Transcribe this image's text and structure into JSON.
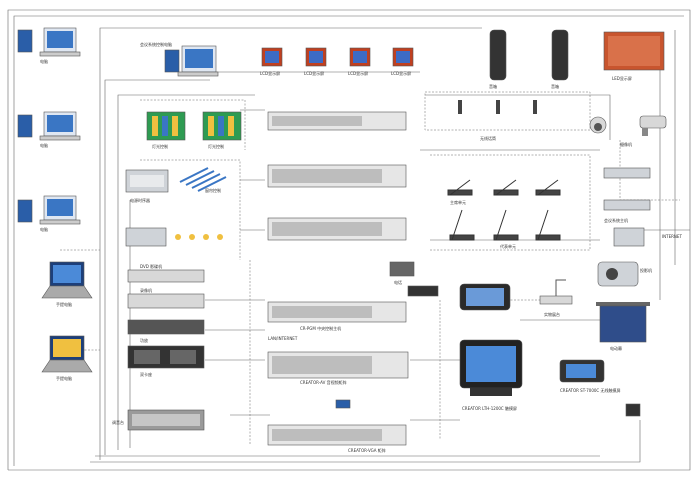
{
  "labels": {
    "computer": "电脑",
    "laptop": "手提电脑",
    "control_computer": "会议系统控制电脑",
    "lcd_display": "LCD显示屏",
    "speaker": "音箱",
    "led_screen": "LED显示屏",
    "light_control": "灯光控制",
    "power_relay": "电源时序器",
    "curtain_control": "窗帘控制",
    "audio_matrix": "CREATOR-AV 音视频矩阵",
    "vga_matrix": "CREATOR-VGA 矩阵",
    "control_host": "CR-PGM 中央控制主机",
    "wireless_mic": "无线话筒",
    "chairman_unit": "主席单元",
    "delegate_unit": "代表单元",
    "conference_host": "会议系统主机",
    "camera": "摄像机",
    "projector": "投影机",
    "projection_screen": "电动幕",
    "doc_camera": "实物展台",
    "touch_panel": "CREATOR LTH-1200C 触摸屏",
    "wireless_panel": "CREATOR ST-7000C 无线触摸屏",
    "dvd": "DVD 影碟机",
    "vcr": "录像机",
    "power_amp": "功放",
    "cassette": "双卡座",
    "mixer": "调音台",
    "phone": "电话",
    "internet": "INTERNET",
    "lan": "LAN/INTERNET"
  }
}
